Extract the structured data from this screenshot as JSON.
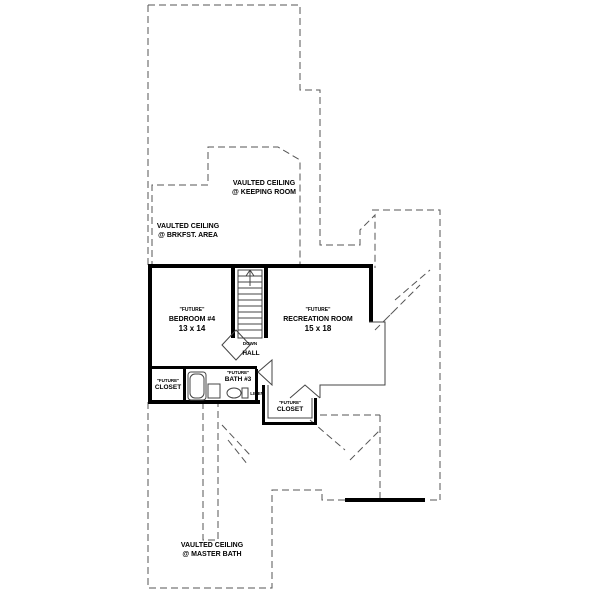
{
  "rooms": {
    "vaulted_keeping": {
      "line1": "VAULTED CEILING",
      "line2": "@ KEEPING ROOM"
    },
    "vaulted_brkfst": {
      "line1": "VAULTED CEILING",
      "line2": "@ BRKFST. AREA"
    },
    "bedroom4": {
      "future": "\"FUTURE\"",
      "name": "BEDROOM #4",
      "dims": "13 x 14"
    },
    "recreation": {
      "future": "\"FUTURE\"",
      "name": "RECREATION ROOM",
      "dims": "15 x 18"
    },
    "down": {
      "label": "DOWN"
    },
    "hall": {
      "label": "HALL"
    },
    "bath3": {
      "future": "\"FUTURE\"",
      "name": "BATH #3"
    },
    "closet_left": {
      "future": "\"FUTURE\"",
      "name": "CLOSET"
    },
    "closet_right": {
      "future": "\"FUTURE\"",
      "name": "CLOSET"
    },
    "linen": {
      "label": "LINEN"
    },
    "vaulted_master": {
      "line1": "VAULTED CEILING",
      "line2": "@ MASTER BATH"
    }
  }
}
